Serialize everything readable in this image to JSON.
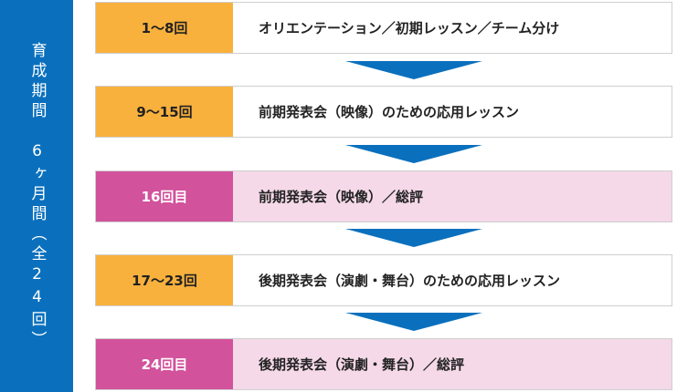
{
  "side": {
    "label": "育成期間　6ヶ月間（全24回）"
  },
  "steps": [
    {
      "label": "1〜8回",
      "desc": "オリエンテーション／初期レッスン／チーム分け"
    },
    {
      "label": "9〜15回",
      "desc": "前期発表会（映像）のための応用レッスン"
    },
    {
      "label": "16回目",
      "desc": "前期発表会（映像）／総評"
    },
    {
      "label": "17〜23回",
      "desc": "後期発表会（演劇・舞台）のための応用レッスン"
    },
    {
      "label": "24回目",
      "desc": "後期発表会（演劇・舞台）／総評"
    }
  ],
  "colors": {
    "blue": "#0a70bd",
    "orange": "#f9b13d",
    "magenta": "#d2529c",
    "pink_bg": "#f5d9e8"
  }
}
